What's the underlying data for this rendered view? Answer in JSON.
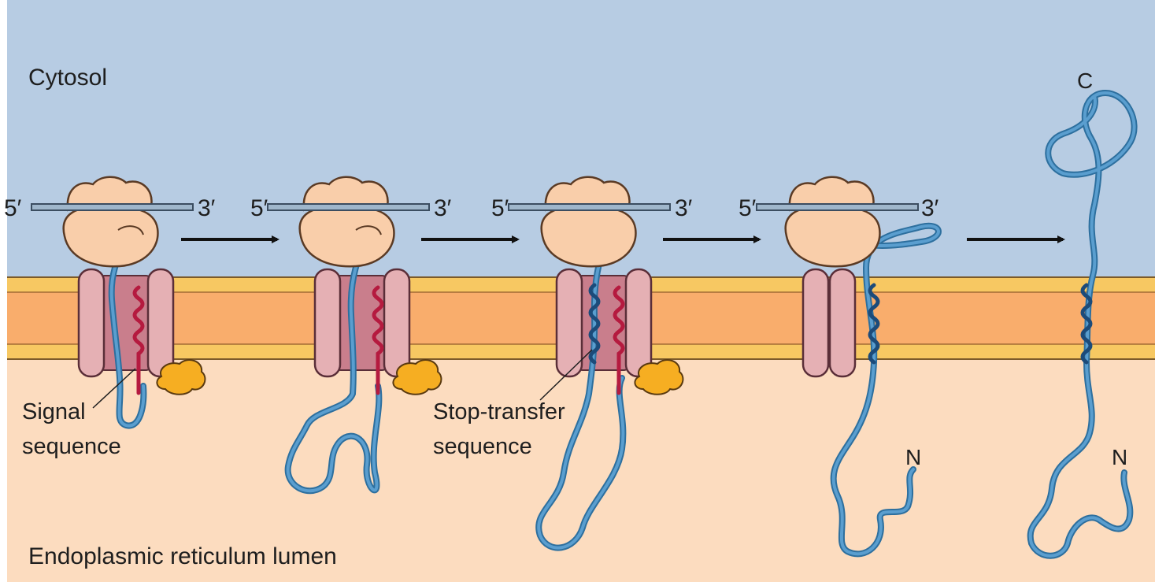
{
  "regions": {
    "cytosol": "Cytosol",
    "lumen": "Endoplasmic reticulum lumen"
  },
  "labels": {
    "signal_sequence_line1": "Signal",
    "signal_sequence_line2": "sequence",
    "stop_transfer_line1": "Stop-transfer",
    "stop_transfer_line2": "sequence",
    "n_terminus": "N",
    "c_terminus": "C",
    "five_prime": "5′",
    "three_prime": "3′"
  },
  "colors": {
    "cytosol": "#b7cce3",
    "lumen": "#fcdcbf",
    "membrane_core": "#f9ad6c",
    "membrane_edge": "#f7c862",
    "ribosome": "#f9ceaa",
    "translocon": "#e5b0b4",
    "translocon_channel": "#c97e8c",
    "polypeptide": "#2d6f9e",
    "polypeptide_fill": "#5a9ecf",
    "signal_sequence": "#b51a3f",
    "signal_peptidase": "#f6ae22",
    "mrna": "#9fb6cb",
    "arrow": "#111111"
  },
  "icons": [
    "ribosome-icon",
    "translocon-icon",
    "signal-peptidase-icon",
    "right-arrow-icon"
  ]
}
